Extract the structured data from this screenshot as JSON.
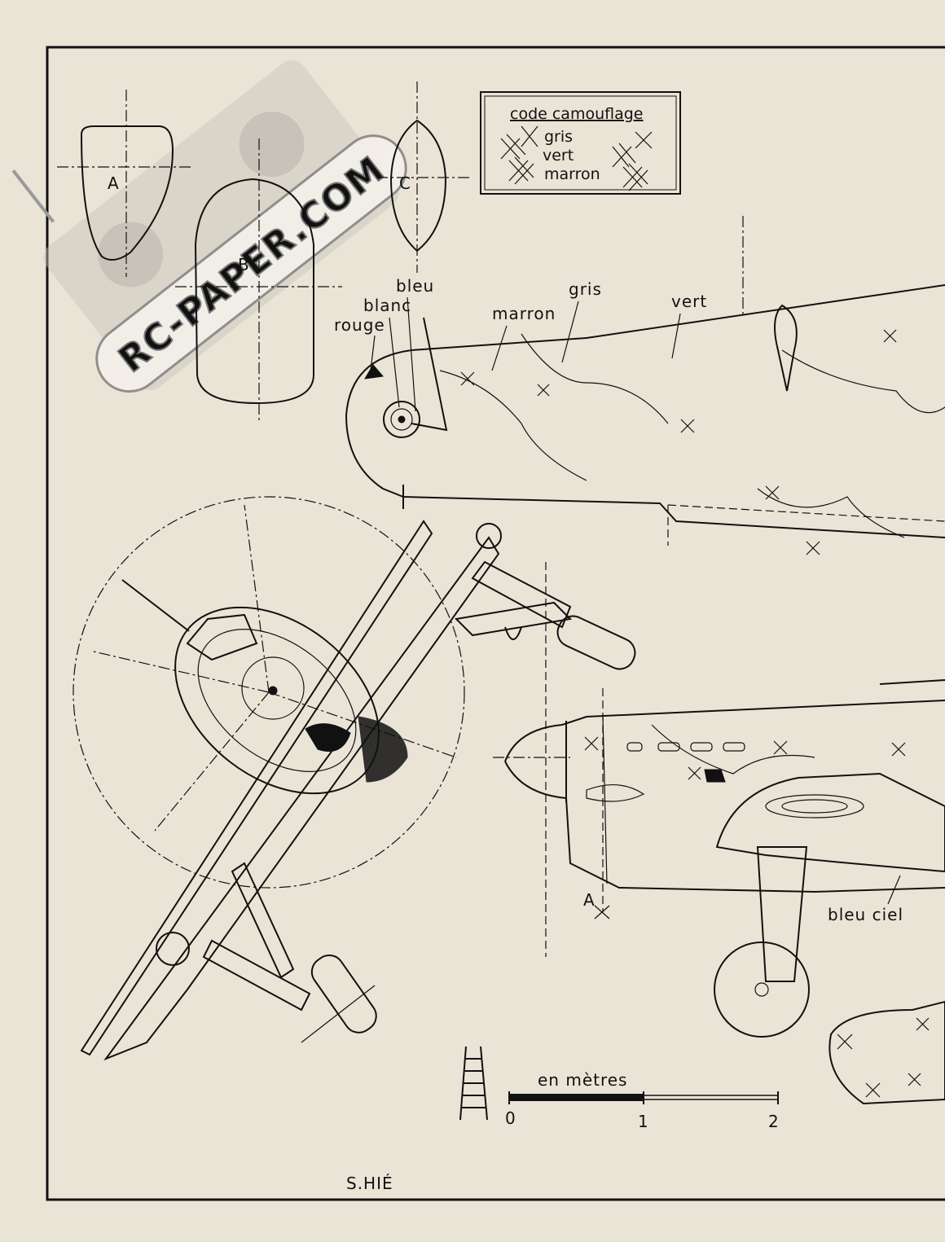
{
  "legend": {
    "title": "code camouflage",
    "items": [
      {
        "label": "gris",
        "symbol": "single-cross"
      },
      {
        "label": "vert",
        "symbol": "double-cross"
      },
      {
        "label": "marron",
        "symbol": "hash-cross"
      }
    ]
  },
  "sections": {
    "a": "A",
    "b": "B",
    "c": "C"
  },
  "callouts": {
    "bleu": "bleu",
    "blanc": "blanc",
    "rouge": "rouge",
    "marron": "marron",
    "gris": "gris",
    "vert": "vert",
    "bleu_ciel": "bleu ciel",
    "section_a": "A"
  },
  "scale": {
    "label": "en mètres",
    "ticks": [
      "0",
      "1",
      "2"
    ]
  },
  "signature": "S.HIÉ",
  "watermark": "RC-PAPER.COM",
  "colors": {
    "paper": "#e9e4d6",
    "ink": "#111111"
  }
}
